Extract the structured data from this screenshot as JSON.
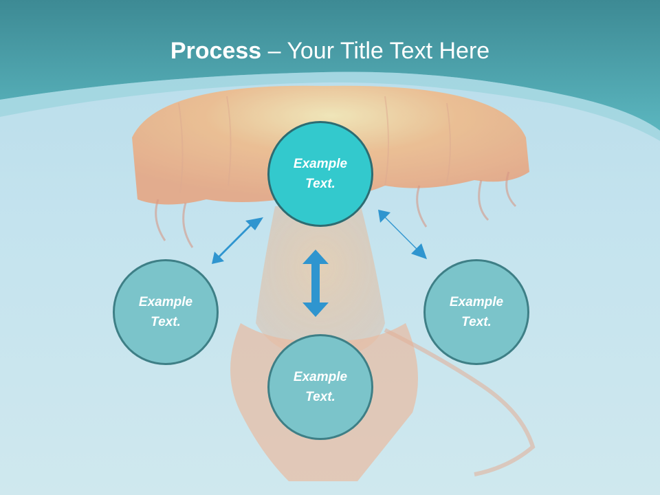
{
  "title": {
    "bold": "Process",
    "rest": " – Your Title Text Here"
  },
  "nodes": {
    "top": {
      "line1": "Example",
      "line2": "Text."
    },
    "left": {
      "line1": "Example",
      "line2": "Text."
    },
    "right": {
      "line1": "Example",
      "line2": "Text."
    },
    "bottom": {
      "line1": "Example",
      "line2": "Text."
    }
  },
  "colors": {
    "header": "#4aa8b2",
    "active_node": "#33c9cd",
    "node": "#7bc4ca",
    "arrow": "#2f95cf"
  }
}
